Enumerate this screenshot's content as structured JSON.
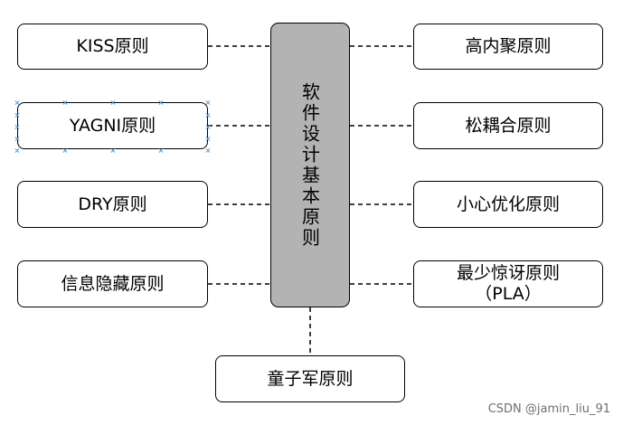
{
  "center": {
    "label": "软件设计基本原则"
  },
  "left_nodes": [
    {
      "label": "KISS原则"
    },
    {
      "label": "YAGNI原则"
    },
    {
      "label": "DRY原则"
    },
    {
      "label": "信息隐藏原则"
    }
  ],
  "right_nodes": [
    {
      "label": "高内聚原则"
    },
    {
      "label": "松耦合原则"
    },
    {
      "label": "小心优化原则"
    },
    {
      "line1": "最少惊讶原则",
      "line2": "（PLA）"
    }
  ],
  "bottom_node": {
    "label": "童子军原则"
  },
  "watermark": "CSDN @jamin_liu_91",
  "colors": {
    "center_fill": "#b3b3b3",
    "border": "#000000",
    "selection": "#5b9bd5"
  }
}
